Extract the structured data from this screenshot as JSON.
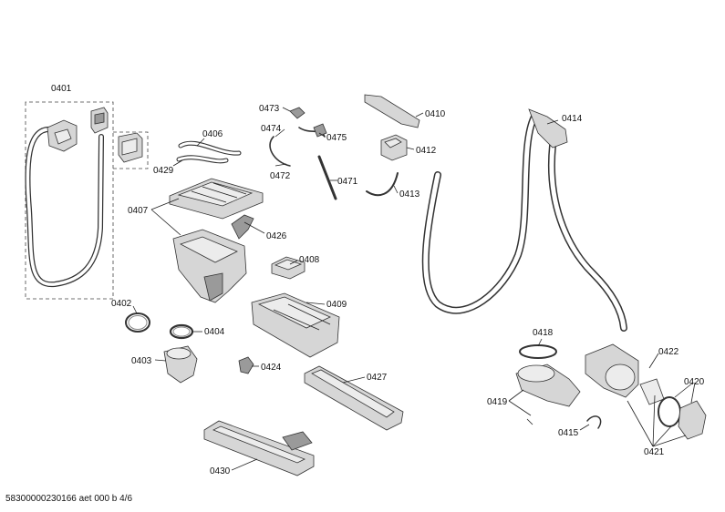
{
  "parts": {
    "p0401": "0401",
    "p0406": "0406",
    "p0429": "0429",
    "p0407": "0407",
    "p0426": "0426",
    "p0408": "0408",
    "p0409": "0409",
    "p0402": "0402",
    "p0404": "0404",
    "p0403": "0403",
    "p0424": "0424",
    "p0427": "0427",
    "p0430": "0430",
    "p0473": "0473",
    "p0474": "0474",
    "p0475": "0475",
    "p0472": "0472",
    "p0471": "0471",
    "p0410": "0410",
    "p0412": "0412",
    "p0413": "0413",
    "p0414": "0414",
    "p0418": "0418",
    "p0419": "0419",
    "p0415": "0415",
    "p0422": "0422",
    "p0420": "0420",
    "p0421": "0421"
  },
  "footer": "58300000230166 aet 000 b 4/6"
}
